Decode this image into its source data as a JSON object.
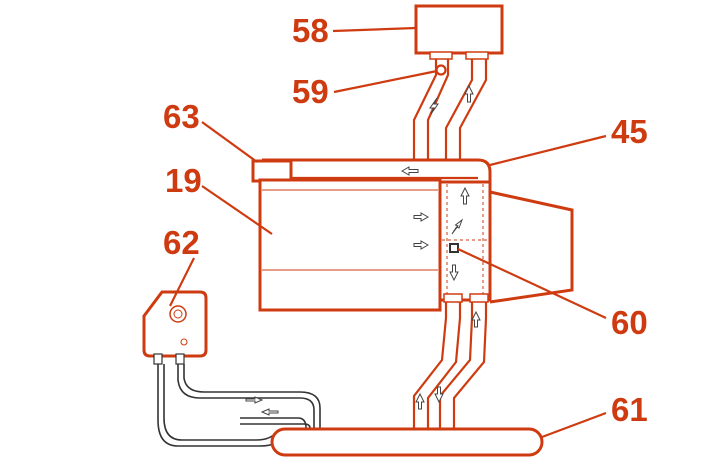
{
  "labels": {
    "unit_top": "58",
    "valve": "59",
    "tank_cap": "63",
    "tank": "19",
    "duct": "45",
    "reservoir": "62",
    "junction": "60",
    "bottom_bar": "61"
  },
  "colors": {
    "accent": "#cf3b10",
    "hose": "#333333",
    "background": "#ffffff"
  }
}
